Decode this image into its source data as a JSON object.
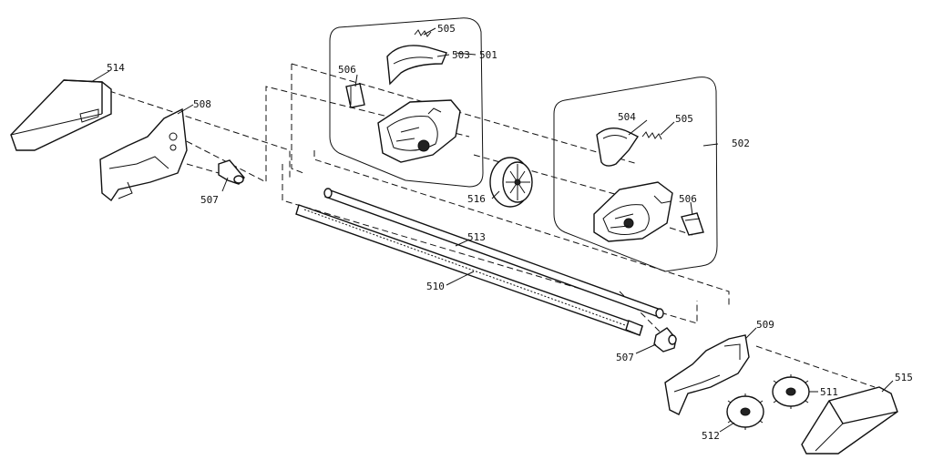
{
  "labels": {
    "l501": "501",
    "l502": "502",
    "l503": "503",
    "l504": "504",
    "l505a": "505",
    "l505b": "505",
    "l506a": "506",
    "l506b": "506",
    "l507a": "507",
    "l507b": "507",
    "l508": "508",
    "l509": "509",
    "l510": "510",
    "l511": "511",
    "l512": "512",
    "l513": "513",
    "l514": "514",
    "l515": "515",
    "l516": "516"
  },
  "colors": {
    "ink": "#111111",
    "paper": "#ffffff"
  }
}
